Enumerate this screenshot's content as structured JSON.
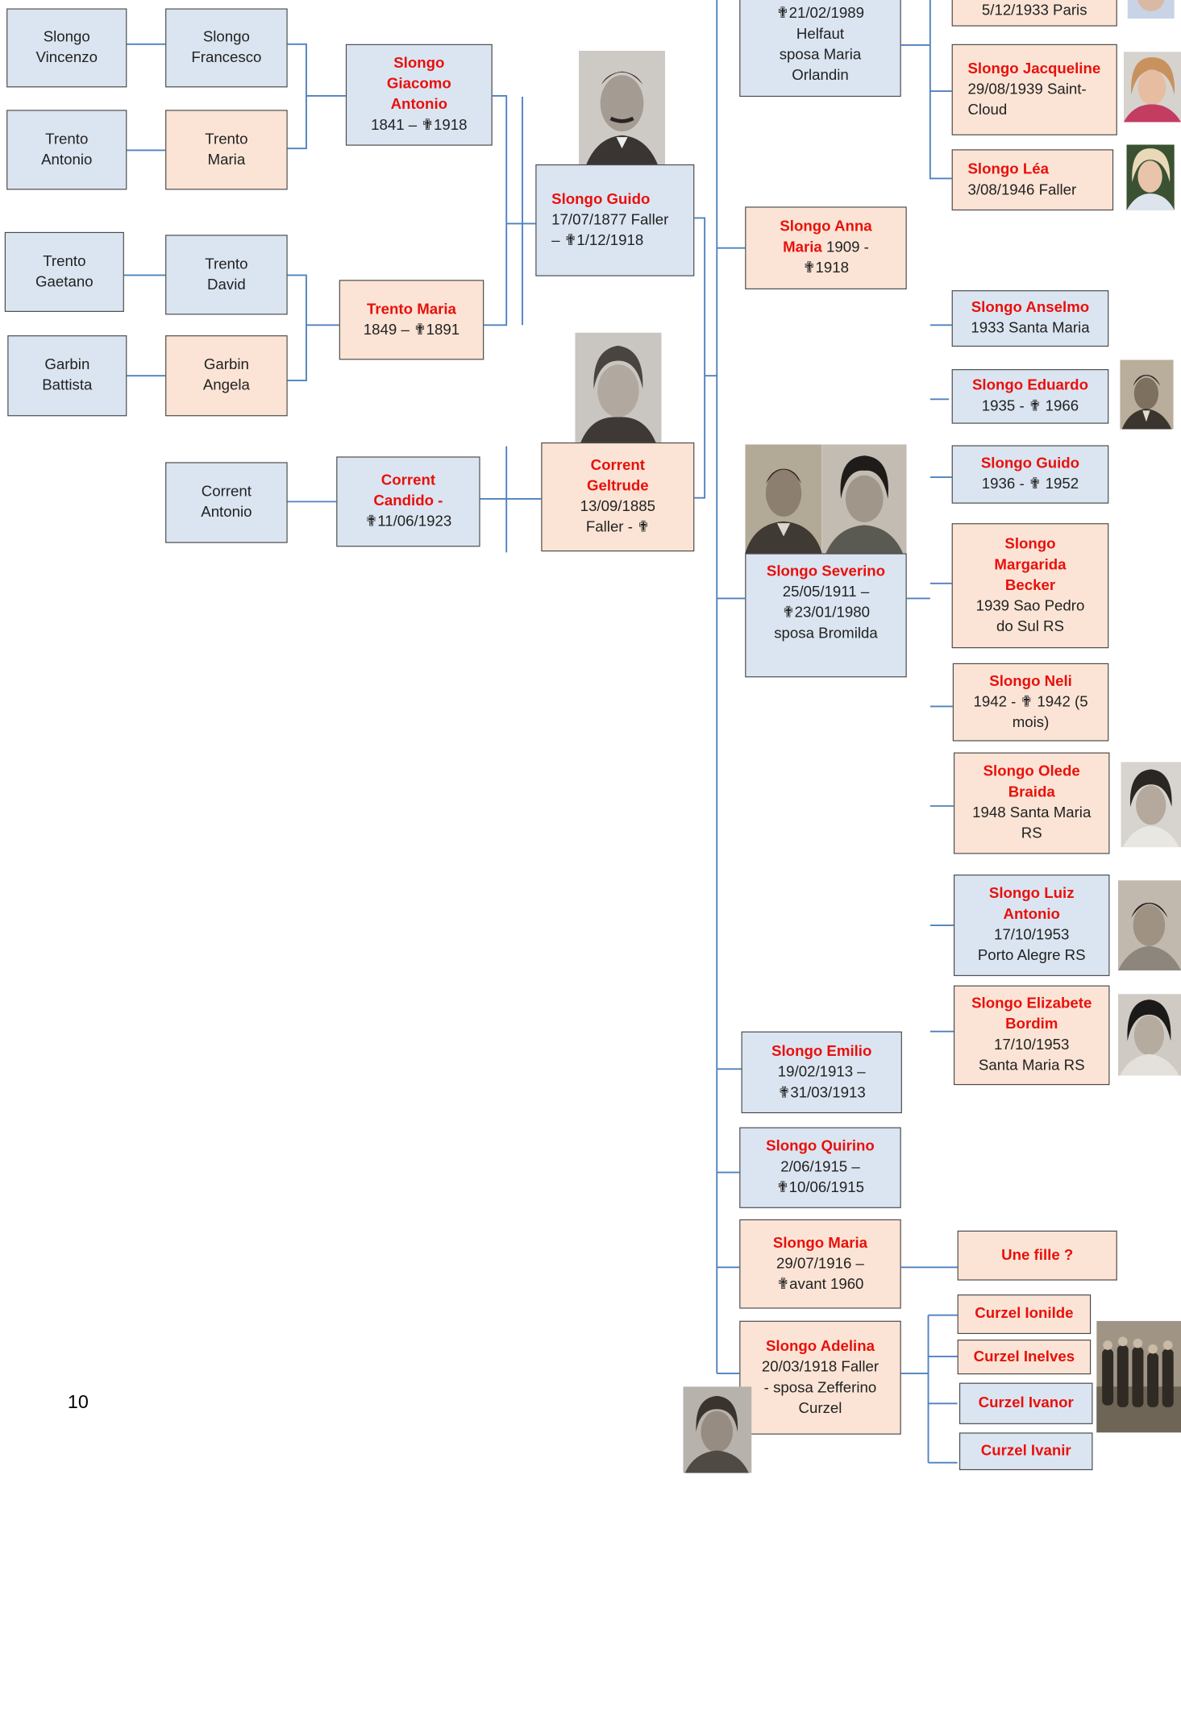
{
  "page_number": "10",
  "colors": {
    "blue_box": "#dbe5f1",
    "peach_box": "#fbe4d5",
    "name_red": "#e8100c",
    "connector": "#4f81bd"
  },
  "ancestors": {
    "slongo_vincenzo": [
      "Slongo",
      "Vincenzo"
    ],
    "slongo_francesco": [
      "Slongo",
      "Francesco"
    ],
    "trento_antonio": [
      "Trento",
      "Antonio"
    ],
    "trento_maria_mother": [
      "Trento",
      "Maria"
    ],
    "trento_gaetano": [
      "Trento",
      "Gaetano"
    ],
    "trento_david": [
      "Trento",
      "David"
    ],
    "garbin_battista": [
      "Garbin",
      "Battista"
    ],
    "garbin_angela": [
      "Garbin",
      "Angela"
    ],
    "corrent_antonio": [
      "Corrent",
      "Antonio"
    ]
  },
  "parents": {
    "giacomo": {
      "name": [
        "Slongo",
        "Giacomo",
        "Antonio"
      ],
      "dates": "1841 – ✟1918"
    },
    "trento_maria": {
      "name": "Trento Maria",
      "dates": "1849 – ✟1891"
    },
    "corrent_candido": {
      "name": [
        "Corrent",
        "Candido -"
      ],
      "dates": "✟11/06/1923"
    }
  },
  "couple": {
    "guido": {
      "name": "Slongo Guido",
      "lines": [
        "17/07/1877 Faller",
        "– ✟1/12/1918"
      ]
    },
    "geltrude": {
      "name": [
        "Corrent",
        "Geltrude"
      ],
      "lines": [
        "13/09/1885",
        "Faller - ✟"
      ]
    }
  },
  "children": {
    "top_partial": [
      "✟21/02/1989",
      "Helfaut",
      "sposa Maria",
      "Orlandin"
    ],
    "anna_maria": {
      "name1": "Slongo Anna",
      "name2": "Maria",
      "tail": " 1909 -",
      "lines": [
        "✟1918"
      ]
    },
    "severino": {
      "name": "Slongo Severino",
      "lines": [
        "25/05/1911 –",
        "✟23/01/1980",
        "sposa Bromilda"
      ]
    },
    "emilio": {
      "name": "Slongo Emilio",
      "lines": [
        "19/02/1913 –",
        "✟31/03/1913"
      ]
    },
    "quirino": {
      "name": "Slongo Quirino",
      "lines": [
        "2/06/1915 –",
        "✟10/06/1915"
      ]
    },
    "maria": {
      "name": "Slongo Maria",
      "lines": [
        "29/07/1916 –",
        "✟avant 1960"
      ]
    },
    "adelina": {
      "name": "Slongo Adelina",
      "lines": [
        "20/03/1918 Faller",
        "- sposa Zefferino",
        "Curzel"
      ]
    }
  },
  "grandchildren": {
    "top_partial": "5/12/1933 Paris",
    "jacqueline": {
      "name": "Slongo Jacqueline",
      "lines": [
        "29/08/1939 Saint-",
        "Cloud"
      ]
    },
    "lea": {
      "name": "Slongo Léa",
      "lines": [
        "3/08/1946 Faller"
      ]
    },
    "anselmo": {
      "name": "Slongo Anselmo",
      "lines": [
        "1933 Santa Maria"
      ]
    },
    "eduardo": {
      "name": "Slongo Eduardo",
      "lines": [
        "1935 - ✟ 1966"
      ]
    },
    "guido_jr": {
      "name": "Slongo Guido",
      "lines": [
        "1936 - ✟ 1952"
      ]
    },
    "margarida": {
      "name": [
        "Slongo",
        "Margarida",
        "Becker"
      ],
      "lines": [
        "1939 Sao Pedro",
        "do Sul RS"
      ]
    },
    "neli": {
      "name": "Slongo Neli",
      "lines": [
        "1942 - ✟ 1942 (5",
        "mois)"
      ]
    },
    "olede": {
      "name": [
        "Slongo Olede",
        "Braida"
      ],
      "lines": [
        "1948 Santa Maria",
        "RS"
      ]
    },
    "luiz": {
      "name": [
        "Slongo Luiz",
        "Antonio"
      ],
      "lines": [
        "17/10/1953",
        "Porto Alegre RS"
      ]
    },
    "elizabete": {
      "name": [
        "Slongo Elizabete",
        "Bordim"
      ],
      "lines": [
        "17/10/1953",
        "Santa Maria RS"
      ]
    },
    "une_fille": "Une fille ?",
    "ionilde": "Curzel Ionilde",
    "inelves": "Curzel Inelves",
    "ivanor": "Curzel Ivanor",
    "ivanir": "Curzel Ivanir"
  }
}
